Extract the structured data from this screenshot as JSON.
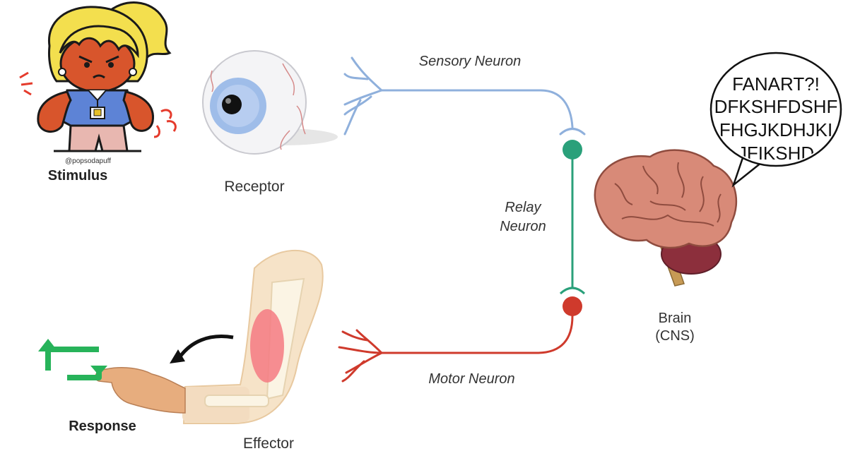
{
  "labels": {
    "stimulus": "Stimulus",
    "receptor": "Receptor",
    "sensory_neuron": "Sensory Neuron",
    "relay_line1": "Relay",
    "relay_line2": "Neuron",
    "brain_line1": "Brain",
    "brain_line2": "(CNS)",
    "motor_neuron": "Motor Neuron",
    "effector": "Effector",
    "response": "Response"
  },
  "speech_bubble": {
    "lines": [
      "FANART?!",
      "DFKSHFDSHF",
      "FHGJKDHJKI",
      "JFIKSHD"
    ]
  },
  "credit": "@popsodapuff",
  "colors": {
    "sensory": "#8fb0dc",
    "relay": "#2aa07a",
    "motor": "#cf3a2c",
    "response_arrows": "#27b35a",
    "hair": "#f3df4e",
    "skin": "#d8552c",
    "shirt": "#5d83d6",
    "pants": "#e8b7b0",
    "brain": "#d88a78",
    "cerebellum": "#8c2f3c"
  }
}
